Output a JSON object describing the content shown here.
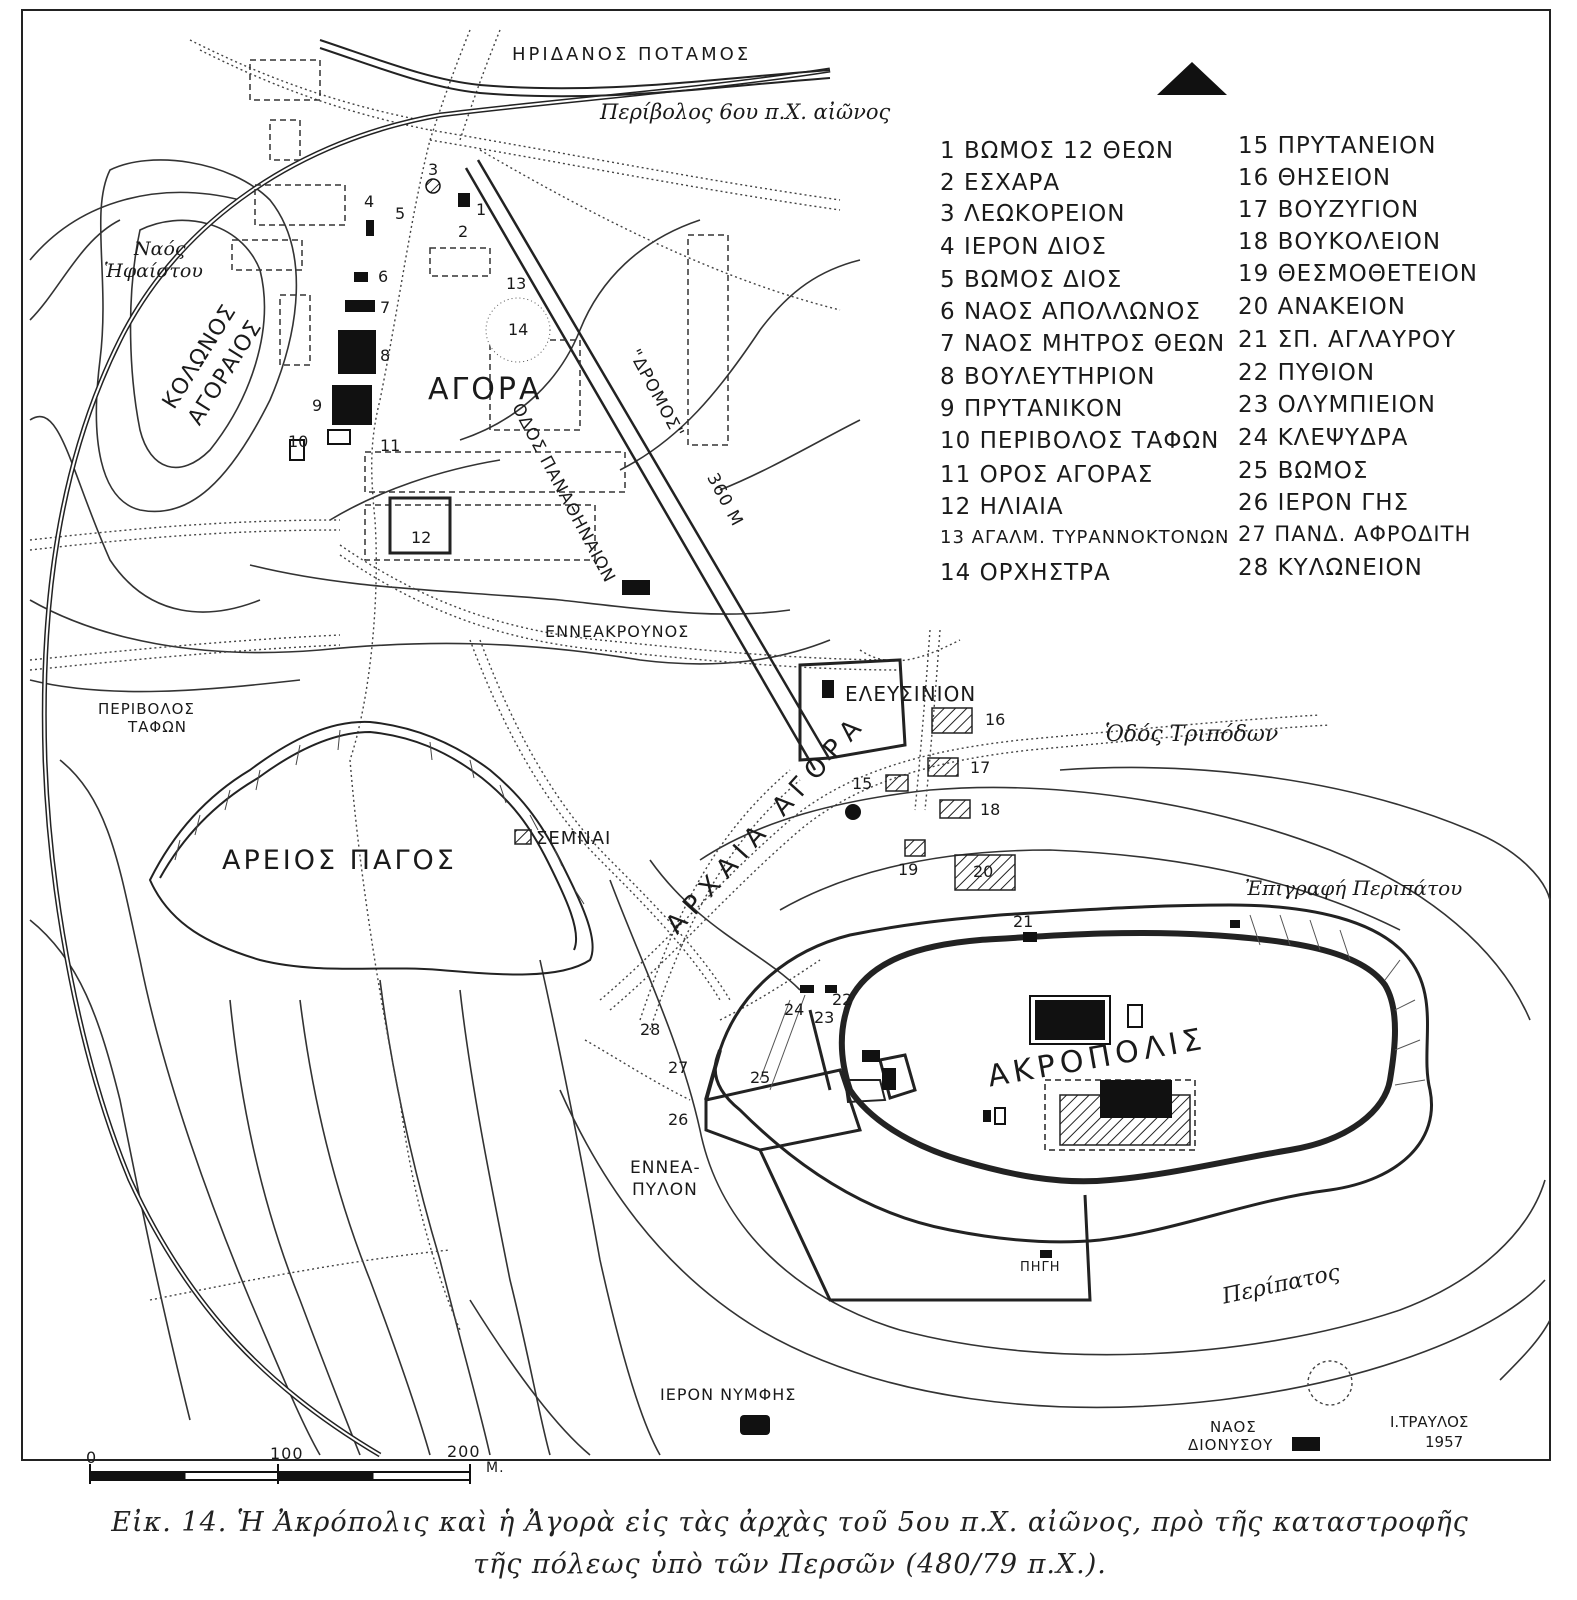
{
  "labels": {
    "river": "ΗΡΙΔΑΝΟΣ ΠΟΤΑΜΟΣ",
    "wall_6th": "Περίβολος 6ου π.Χ. αἰῶνος",
    "naos_line1": "Ναός",
    "naos_line2": "Ἡφαίστου",
    "kolonos": "ΚΟΛΩΝΟΣ ΑΓΟΡΑΙΟΣ",
    "agora": "ΑΓΟΡΑ",
    "odos_panathenaion": "ΟΔΟΣ ΠΑΝΑΘΗΝΑΙΩΝ",
    "dromos": "\"ΔΡΟΜΟΣ\"",
    "dromos_len": "360 Μ",
    "enneakrounos": "ΕΝΝΕΑΚΡΟΥΝΟΣ",
    "eleusinion": "ΕΛΕΥΣΙΝΙΟΝ",
    "odos_tripodon": "Ὁδός Τριπόδων",
    "perivolos_tafon_1": "ΠΕΡΙΒΟΛΟΣ",
    "perivolos_tafon_2": "ΤΑΦΩΝ",
    "areios_pagos": "ΑΡΕΙΟΣ ΠΑΓΟΣ",
    "semnai": "ΣΕΜΝΑΙ",
    "archaia_agora": "ΑΡΧΑΙΑ ΑΓΟΡΑ",
    "epigrafi": "Ἐπιγραφή Περιπάτου",
    "akropolis": "ΑΚΡΟΠΟΛΙΣ",
    "enneapylon_1": "ΕΝΝΕΑ-",
    "enneapylon_2": "ΠΥΛΟΝ",
    "pigi": "ΠΗΓΗ",
    "peripatos": "Περίπατος",
    "ieron_nymfis": "ΙΕΡΟΝ ΝΥΜΦΗΣ",
    "naos_dionysou_1": "ΝΑΟΣ",
    "naos_dionysou_2": "ΔΙΟΝΥΣΟΥ",
    "author": "Ι.ΤΡΑΥΛΟΣ",
    "year": "1957"
  },
  "scale": {
    "t0": "0",
    "t100": "100",
    "t200": "200",
    "unit": "Μ."
  },
  "map_numbers": {
    "n1": "1",
    "n2": "2",
    "n3": "3",
    "n4": "4",
    "n5": "5",
    "n6": "6",
    "n7": "7",
    "n8": "8",
    "n9": "9",
    "n10": "10",
    "n11": "11",
    "n12": "12",
    "n13": "13",
    "n14": "14",
    "n15": "15",
    "n16": "16",
    "n17": "17",
    "n18": "18",
    "n19": "19",
    "n20": "20",
    "n21": "21",
    "n22": "22",
    "n23": "23",
    "n24": "24",
    "n25": "25",
    "n26": "26",
    "n27": "27",
    "n28": "28"
  },
  "legend": [
    "1 ΒΩΜΟΣ 12 ΘΕΩΝ",
    "2 ΕΣΧΑΡΑ",
    "3 ΛΕΩΚΟΡΕΙΟΝ",
    "4 ΙΕΡΟΝ ΔΙΟΣ",
    "5 ΒΩΜΟΣ ΔΙΟΣ",
    "6 ΝΑΟΣ ΑΠΟΛΛΩΝΟΣ",
    "7 ΝΑΟΣ ΜΗΤΡΟΣ ΘΕΩΝ",
    "8 ΒΟΥΛΕΥΤΗΡΙΟΝ",
    "9 ΠΡΥΤΑΝΙΚΟΝ",
    "10 ΠΕΡΙΒΟΛΟΣ ΤΑΦΩΝ",
    "11 ΟΡΟΣ ΑΓΟΡΑΣ",
    "12 ΗΛΙΑΙΑ",
    "13 ΑΓΑΛΜ. ΤΥΡΑΝΝΟΚΤΟΝΩΝ",
    "14 ΟΡΧΗΣΤΡΑ",
    "15 ΠΡΥΤΑΝΕΙΟΝ",
    "16 ΘΗΣΕΙΟΝ",
    "17 ΒΟΥΖΥΓΙΟΝ",
    "18 ΒΟΥΚΟΛΕΙΟΝ",
    "19 ΘΕΣΜΟΘΕΤΕΙΟΝ",
    "20 ΑΝΑΚΕΙΟΝ",
    "21 ΣΠ. ΑΓΛΑΥΡΟΥ",
    "22 ΠΥΘΙΟΝ",
    "23 ΟΛΥΜΠΙΕΙΟΝ",
    "24 ΚΛΕΨΥΔΡΑ",
    "25 ΒΩΜΟΣ",
    "26 ΙΕΡΟΝ ΓΗΣ",
    "27 ΠΑΝΔ. ΑΦΡΟΔΙΤΗ",
    "28 ΚΥΛΩΝΕΙΟΝ"
  ],
  "caption": {
    "line1": "Εἰκ. 14. Ἡ Ἀκρόπολις καὶ ἡ Ἀγορὰ εἰς τὰς ἀρχὰς τοῦ 5ου π.Χ. αἰῶνος, πρὸ τῆς καταστροφῆς",
    "line2": "τῆς πόλεως ὑπὸ τῶν Περσῶν (480/79 π.Χ.)."
  }
}
